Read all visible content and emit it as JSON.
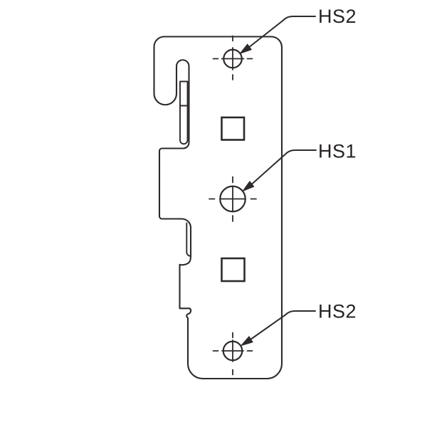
{
  "diagram": {
    "type": "technical-drawing",
    "background": "#ffffff",
    "line_color": "#2e2a2b",
    "text_color": "#262223",
    "callouts": [
      {
        "label": "HS2",
        "position": "top-hole"
      },
      {
        "label": "HS1",
        "position": "middle-hole"
      },
      {
        "label": "HS2",
        "position": "bottom-hole"
      }
    ]
  }
}
